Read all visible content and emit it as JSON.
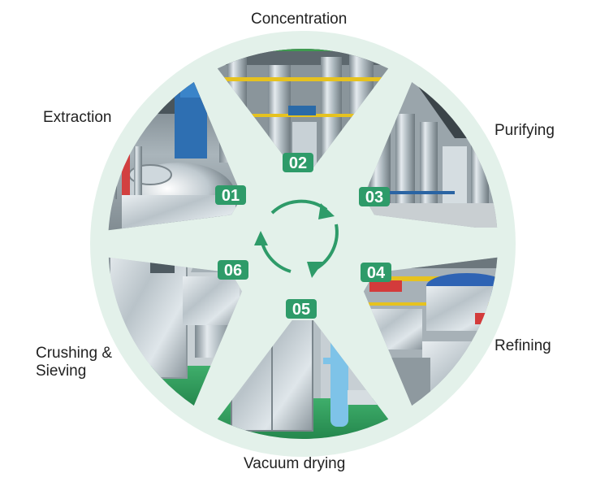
{
  "diagram": {
    "stages": [
      {
        "id": "01",
        "number": "01",
        "label": "Extraction"
      },
      {
        "id": "02",
        "number": "02",
        "label": "Concentration"
      },
      {
        "id": "03",
        "number": "03",
        "label": "Purifying"
      },
      {
        "id": "04",
        "number": "04",
        "label": "Refining"
      },
      {
        "id": "05",
        "number": "05",
        "label": "Vacuum drying"
      },
      {
        "id": "06",
        "number": "06",
        "label": "Crushing &\nSieving"
      }
    ],
    "colors": {
      "background_disc": "#e3f1ea",
      "badge": "#2e9b69",
      "arrow": "#2e9b69",
      "text": "#222222"
    },
    "center_icon": "cycle-arrows-icon"
  }
}
